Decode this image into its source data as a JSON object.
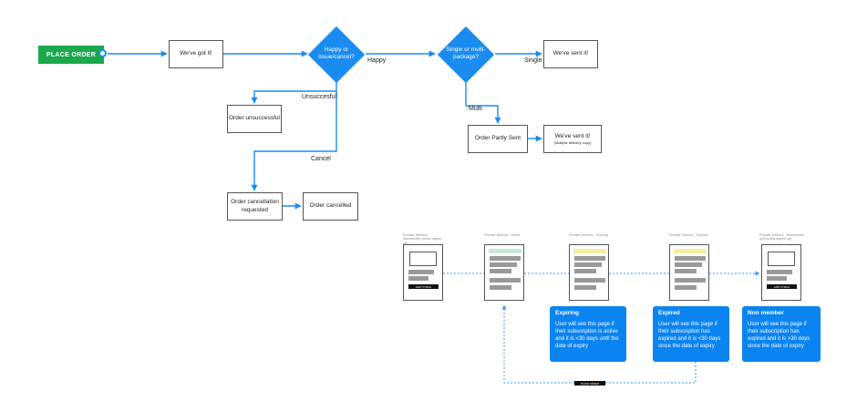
{
  "start": {
    "label": "PLACE ORDER"
  },
  "nodes": {
    "got_it": "We've got it!",
    "happy_decision": "Happy or issue/cancel?",
    "single_decision": "Single or multi-package?",
    "sent_single": "We've sent it!",
    "order_unsuccessful": "Order unsuccessful",
    "partly_sent": "Order Partly Sent",
    "sent_multi": "We've sent it!",
    "sent_multi_note": "(Multiple delivery copy)",
    "cancellation_requested": "Order cancellation requested",
    "order_cancelled": "Order cancelled"
  },
  "edges": {
    "happy": "Happy",
    "single": "Single",
    "unsuccessful": "Unsuccesful",
    "multi": "Multi",
    "cancel": "Cancel"
  },
  "pages": [
    {
      "title": "Premier Delivery - Nonmember (never signed up)",
      "button": "ADD TO BAG"
    },
    {
      "title": "Premier Delivery - Active"
    },
    {
      "title": "Premier Delivery - Expiring"
    },
    {
      "title": "Premier Delivery - Expired"
    },
    {
      "title": "Premier Delivery - Nonmember (previously signed up)",
      "button": "ADD TO BAG"
    }
  ],
  "place_order_badge": "PLACE ORDER",
  "info_cards": [
    {
      "title": "Expiring",
      "text": "User will see this page if their subscription is active and it is <30 days until the date of expiry"
    },
    {
      "title": "Expired",
      "text": "User will see this page if their subscription has expired and it is <30 days since the date of expiry"
    },
    {
      "title": "Non member",
      "text": "User will see this page if their subscription has expired and it is >30 days since the date of expiry"
    }
  ],
  "colors": {
    "accent": "#1a8cf0",
    "start": "#19a84c",
    "info": "#0a84f0"
  }
}
